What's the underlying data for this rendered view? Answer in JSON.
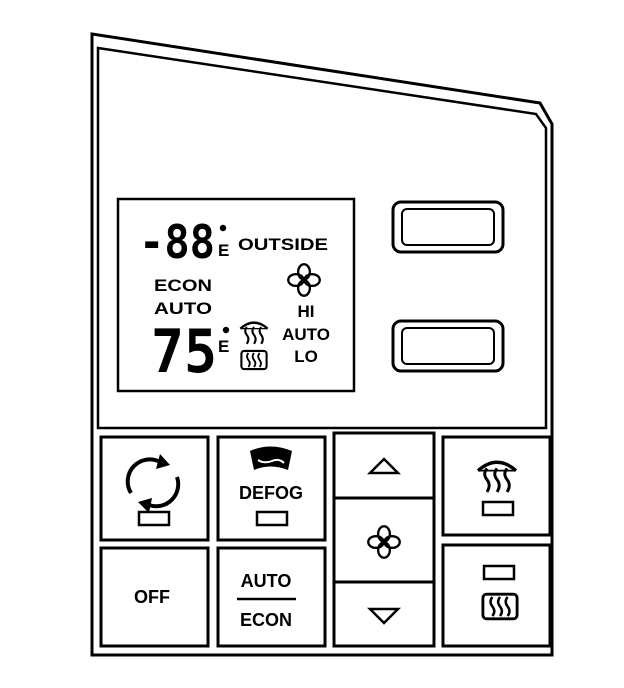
{
  "display": {
    "outside_temp": "-88",
    "outside_unit": "E",
    "outside_label": "OUTSIDE",
    "econ_label": "ECON",
    "auto_label": "AUTO",
    "set_temp": "75",
    "set_unit": "E",
    "fan_hi": "HI",
    "fan_auto": "AUTO",
    "fan_lo": "LO"
  },
  "buttons": {
    "recirc": {
      "icon": "recirculation-icon"
    },
    "defog": {
      "label": "DEFOG",
      "icon": "windshield-defog-icon"
    },
    "temp_up": {
      "icon": "triangle-up-icon"
    },
    "fan": {
      "icon": "fan-icon"
    },
    "temp_down": {
      "icon": "triangle-down-icon"
    },
    "front_defrost": {
      "icon": "front-defrost-icon"
    },
    "off": {
      "label": "OFF"
    },
    "auto_econ": {
      "top": "AUTO",
      "bottom": "ECON"
    },
    "rear_defrost": {
      "icon": "rear-defrost-icon"
    }
  }
}
